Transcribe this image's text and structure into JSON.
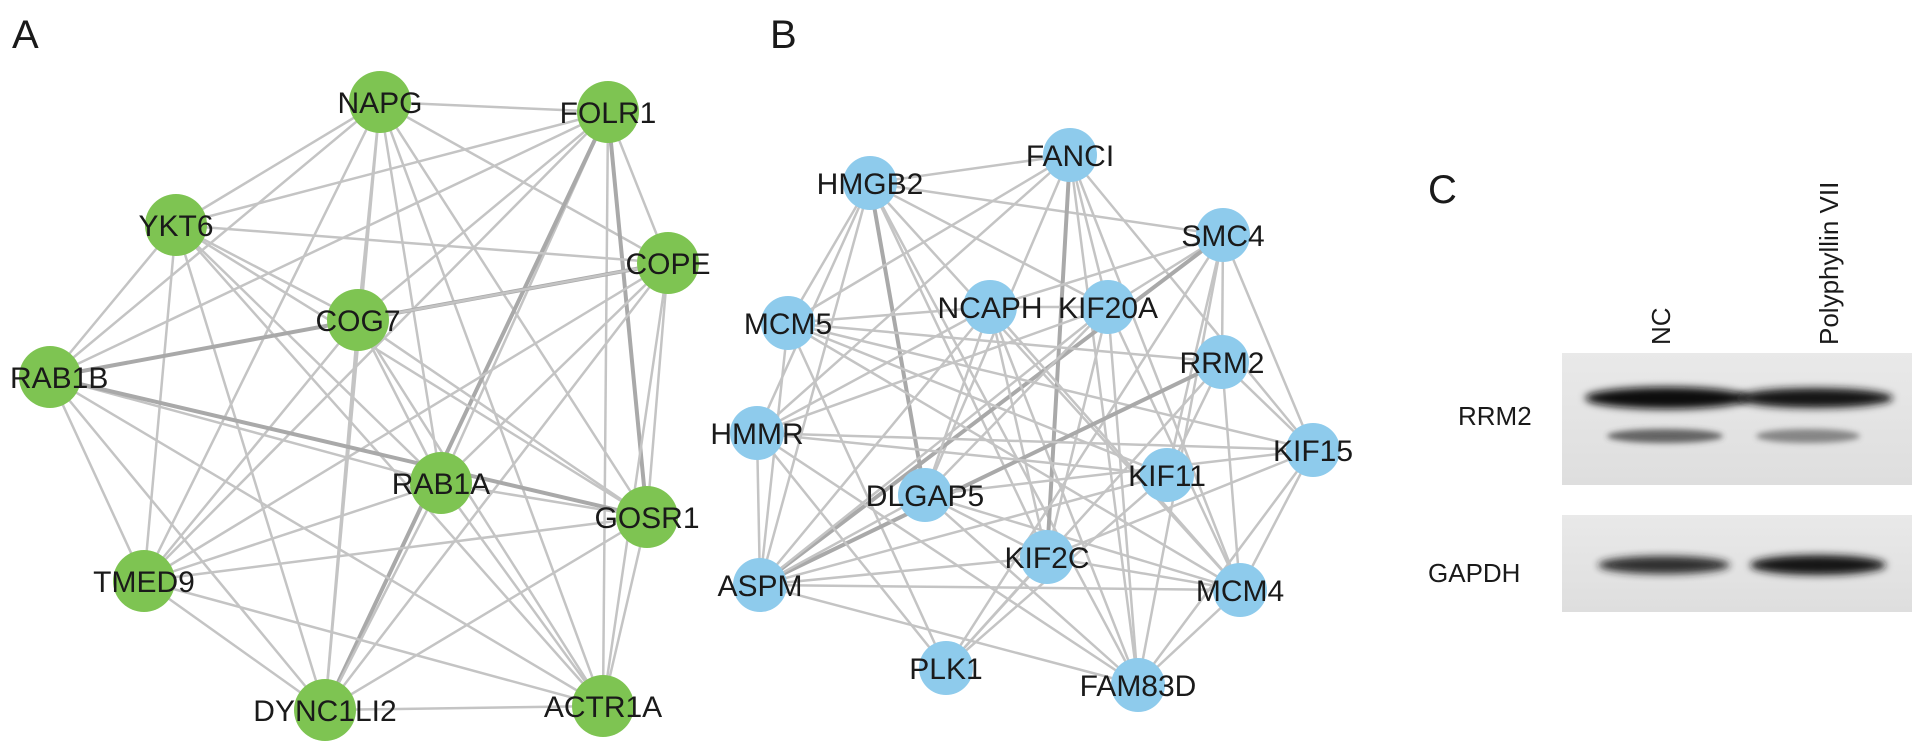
{
  "panels": {
    "A": {
      "letter": "A",
      "node_color": "#7ec452",
      "edge_color": "#c4c4c4",
      "nodes": [
        {
          "id": "NAPG",
          "label": "NAPG"
        },
        {
          "id": "FOLR1",
          "label": "FOLR1"
        },
        {
          "id": "YKT6",
          "label": "YKT6"
        },
        {
          "id": "COPE",
          "label": "COPE"
        },
        {
          "id": "COG7",
          "label": "COG7"
        },
        {
          "id": "RAB1B",
          "label": "RAB1B"
        },
        {
          "id": "RAB1A",
          "label": "RAB1A"
        },
        {
          "id": "GOSR1",
          "label": "GOSR1"
        },
        {
          "id": "TMED9",
          "label": "TMED9"
        },
        {
          "id": "DYNC1LI2",
          "label": "DYNC1LI2"
        },
        {
          "id": "ACTR1A",
          "label": "ACTR1A"
        }
      ]
    },
    "B": {
      "letter": "B",
      "node_color": "#8ecbec",
      "edge_color": "#c4c4c4",
      "nodes": [
        {
          "id": "HMGB2",
          "label": "HMGB2"
        },
        {
          "id": "FANCI",
          "label": "FANCI"
        },
        {
          "id": "SMC4",
          "label": "SMC4"
        },
        {
          "id": "MCM5",
          "label": "MCM5"
        },
        {
          "id": "NCAPH",
          "label": "NCAPH"
        },
        {
          "id": "KIF20A",
          "label": "KIF20A"
        },
        {
          "id": "RRM2",
          "label": "RRM2"
        },
        {
          "id": "HMMR",
          "label": "HMMR"
        },
        {
          "id": "KIF15",
          "label": "KIF15"
        },
        {
          "id": "DLGAP5",
          "label": "DLGAP5"
        },
        {
          "id": "KIF11",
          "label": "KIF11"
        },
        {
          "id": "KIF2C",
          "label": "KIF2C"
        },
        {
          "id": "ASPM",
          "label": "ASPM"
        },
        {
          "id": "MCM4",
          "label": "MCM4"
        },
        {
          "id": "PLK1",
          "label": "PLK1"
        },
        {
          "id": "FAM83D",
          "label": "FAM83D"
        }
      ]
    },
    "C": {
      "letter": "C",
      "lanes": [
        "NC",
        "Polyphyllin VII"
      ],
      "rows": [
        {
          "label": "RRM2",
          "main_band_intensity": [
            1.0,
            0.95
          ],
          "lower_band_intensity": [
            0.65,
            0.45
          ]
        },
        {
          "label": "GAPDH",
          "band_intensity": [
            0.85,
            0.95
          ]
        }
      ]
    }
  }
}
